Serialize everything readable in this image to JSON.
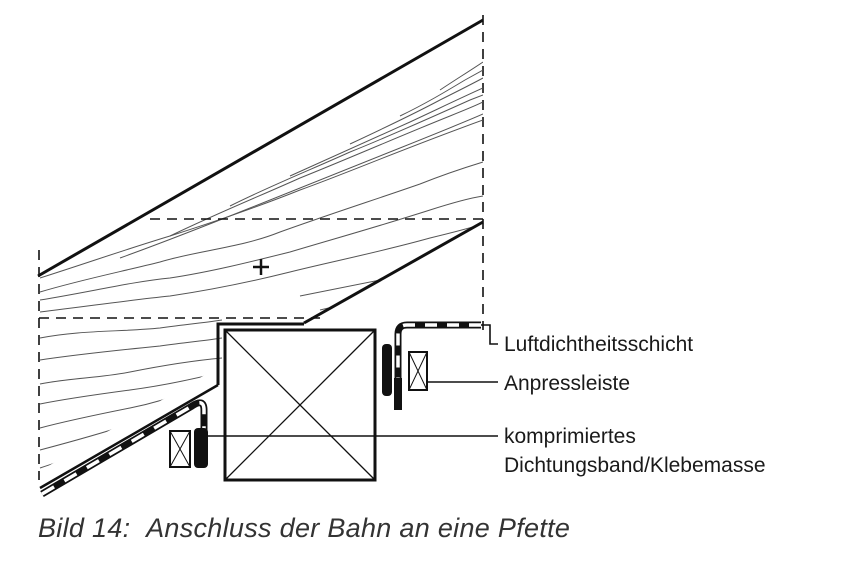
{
  "labels": {
    "luftdicht": "Luftdichtheitsschicht",
    "anpress": "Anpressleiste",
    "dicht_line1": "komprimiertes",
    "dicht_line2": "Dichtungsband/Klebemasse"
  },
  "caption": {
    "number": "Bild 14:",
    "text": "Anschluss der Bahn an eine Pfette"
  },
  "colors": {
    "ink": "#111111",
    "grain": "#555555",
    "caption": "#333333"
  }
}
